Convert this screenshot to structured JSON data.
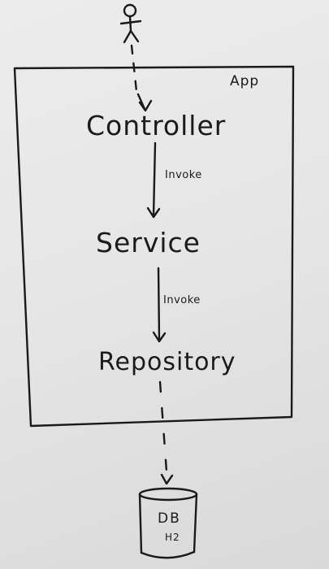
{
  "diagram": {
    "container_label": "App",
    "nodes": {
      "controller": "Controller",
      "service": "Service",
      "repository": "Repository"
    },
    "edges": {
      "controller_to_service": "Invoke",
      "service_to_repository": "Invoke"
    },
    "database": {
      "name": "DB",
      "engine": "H2"
    },
    "actor": "user-stick-figure-icon",
    "ink_color": "#1a1a1a",
    "paper_color": "#e6e6e6"
  }
}
